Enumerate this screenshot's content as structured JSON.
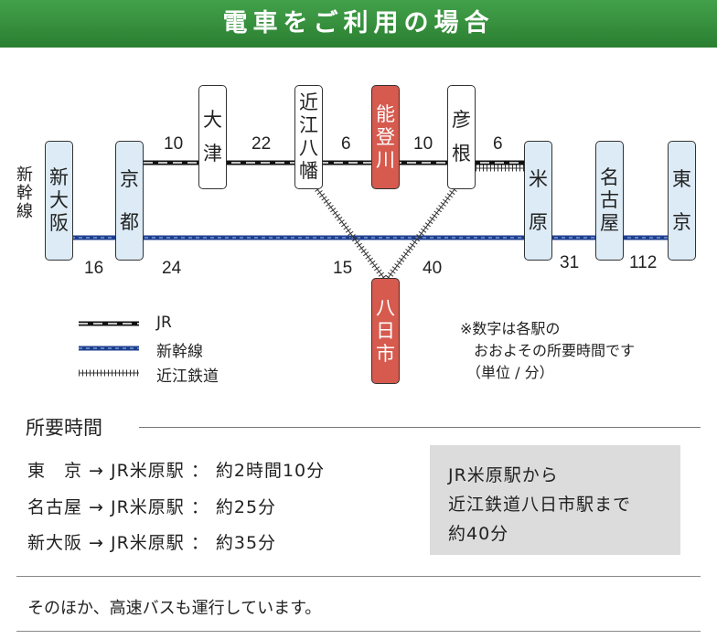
{
  "header": {
    "title": "電車をご利用の場合"
  },
  "stations": {
    "shin_osaka": [
      "新",
      "大",
      "阪"
    ],
    "kyoto": [
      "京",
      "都"
    ],
    "otsu": [
      "大",
      "津"
    ],
    "omi_hachiman": [
      "近",
      "江",
      "八",
      "幡"
    ],
    "notogawa": [
      "能",
      "登",
      "川"
    ],
    "hikone": [
      "彦",
      "根"
    ],
    "maibara": [
      "米",
      "原"
    ],
    "nagoya": [
      "名",
      "古",
      "屋"
    ],
    "tokyo": [
      "東",
      "京"
    ],
    "yokaichi": [
      "八",
      "日",
      "市"
    ]
  },
  "shinkansen_label": [
    "新",
    "幹",
    "線"
  ],
  "times": {
    "kyoto_otsu": "10",
    "otsu_omihachiman": "22",
    "omihachiman_notogawa": "6",
    "notogawa_hikone": "10",
    "hikone_maibara": "6",
    "shinosaka_kyoto": "16",
    "kyoto_maibara": "24",
    "omihachiman_yokaichi": "15",
    "yokaichi_maibara": "40",
    "maibara_nagoya": "31",
    "nagoya_tokyo": "112"
  },
  "legend": {
    "jr": "JR",
    "shinkansen": "新幹線",
    "ohmi": "近江鉄道"
  },
  "note": [
    "※数字は各駅の",
    "おおよその所要時間です",
    "（単位 / 分）"
  ],
  "travel_time": {
    "title": "所要時間",
    "rows": [
      "東　京 → JR米原駅 ： 約2時間10分",
      "名古屋 → JR米原駅 ： 約25分",
      "新大阪 → JR米原駅 ： 約35分"
    ],
    "box": [
      "JR米原駅から",
      "近江鉄道八日市駅まで",
      "約40分"
    ]
  },
  "other": "そのほか、高速バスも運行しています。",
  "colors": {
    "green": "#2e8b3a",
    "highlight": "#d65a4e",
    "shinkansen_fill": "#dcebf6",
    "shinkansen_line": "#1e3f8f"
  }
}
